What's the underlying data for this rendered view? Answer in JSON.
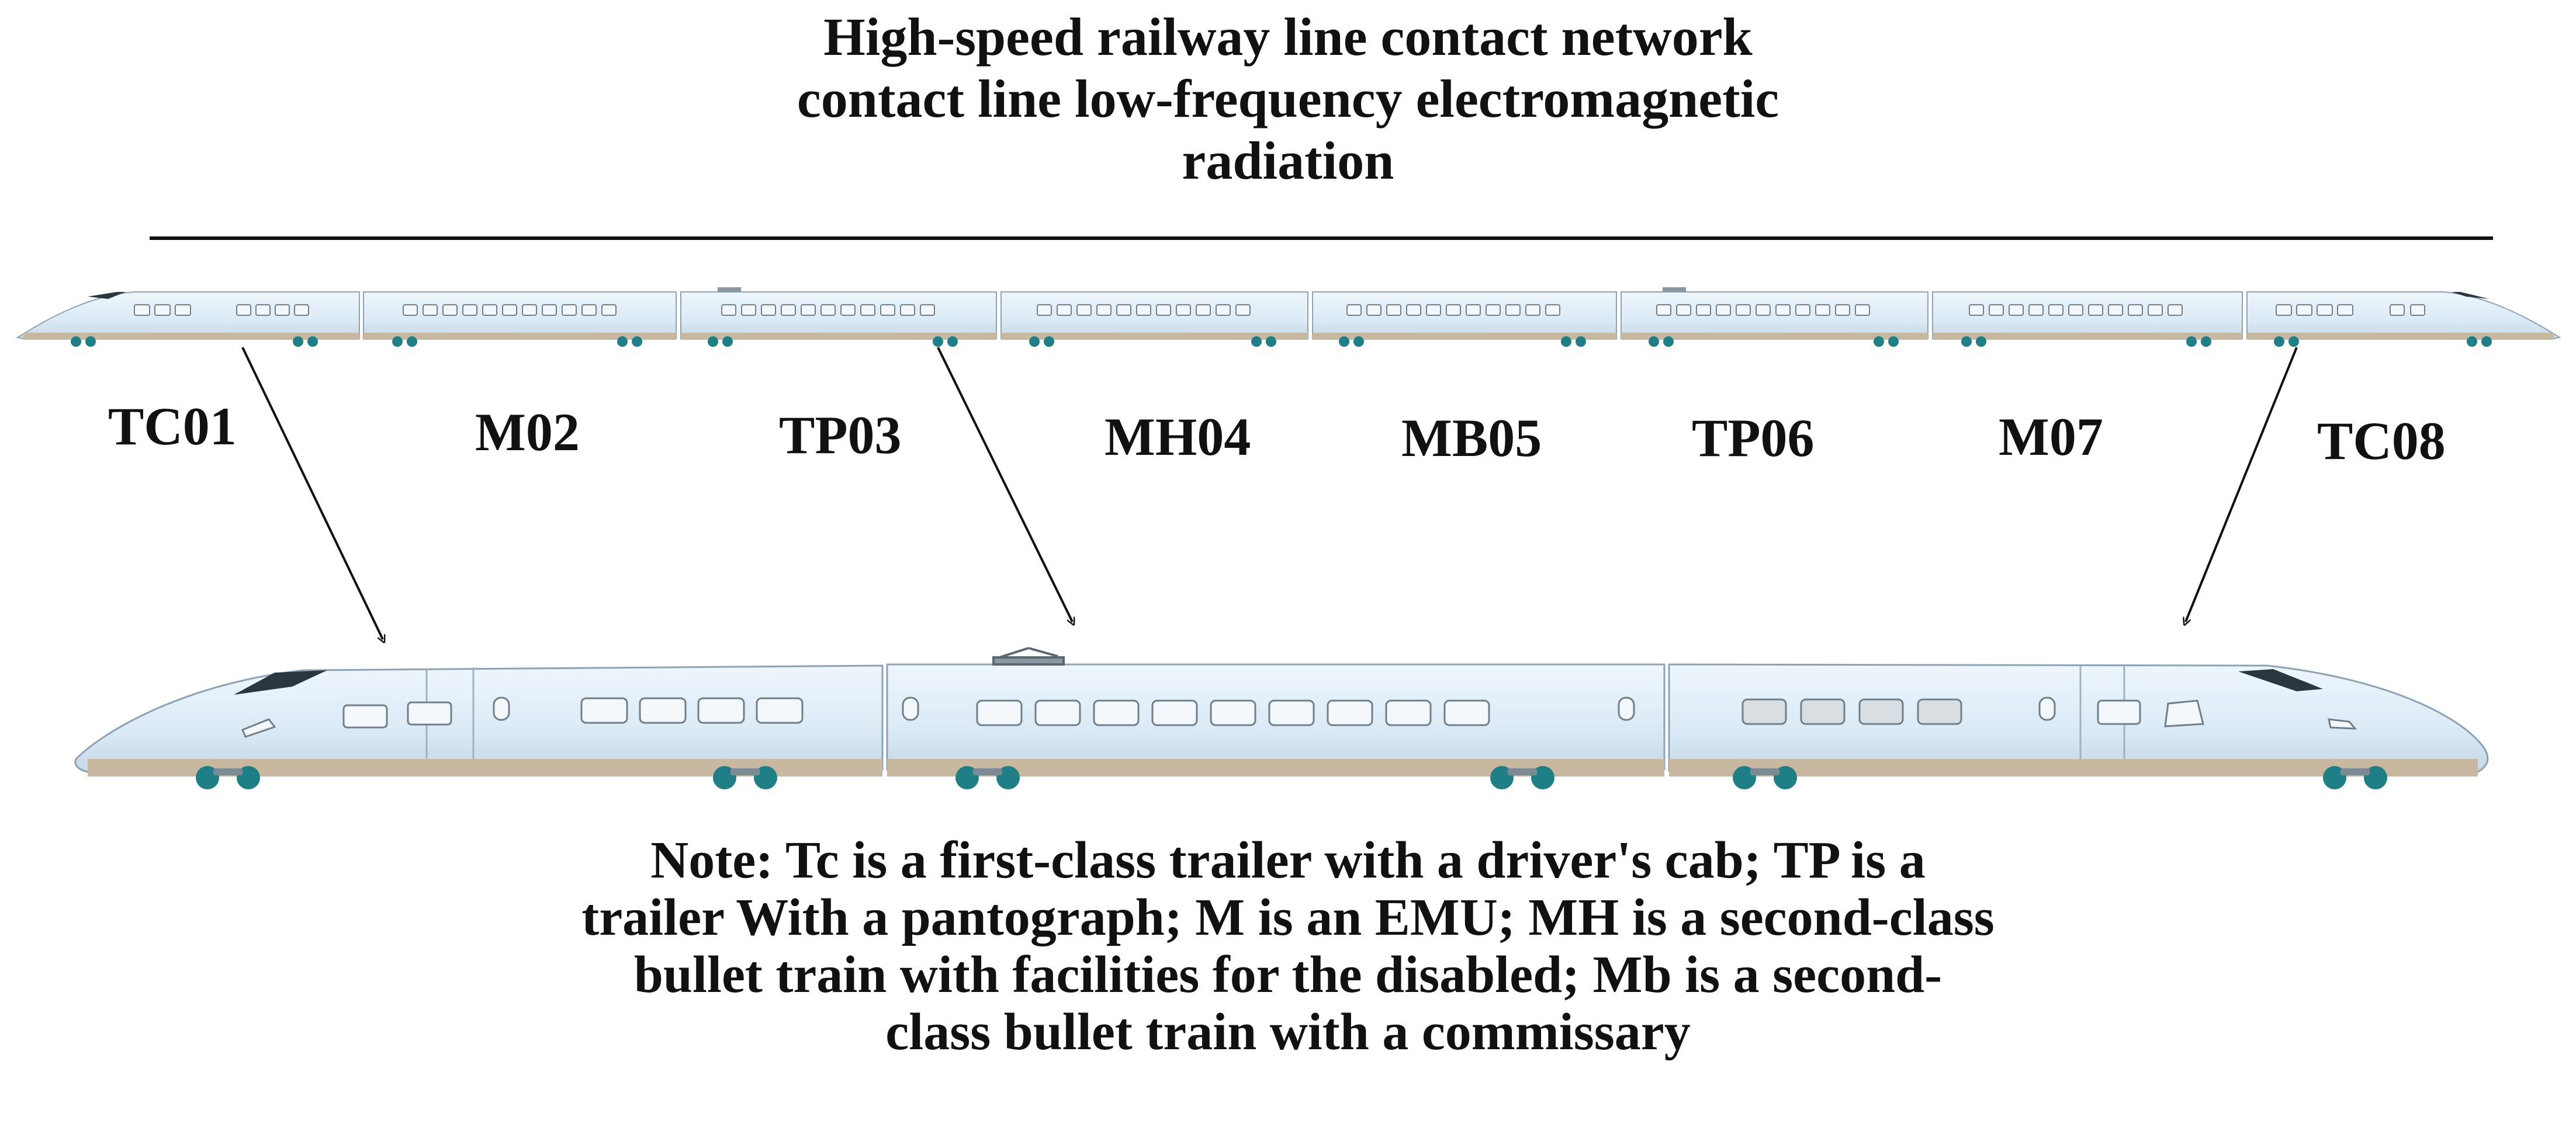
{
  "title": {
    "line1": "High-speed railway line contact network",
    "line2": "contact line low-frequency electromagnetic",
    "line3": "radiation"
  },
  "cars": [
    {
      "id": "TC01"
    },
    {
      "id": "M02"
    },
    {
      "id": "TP03"
    },
    {
      "id": "MH04"
    },
    {
      "id": "MB05"
    },
    {
      "id": "TP06"
    },
    {
      "id": "M07"
    },
    {
      "id": "TC08"
    }
  ],
  "note": {
    "line1": "Note: Tc is a first-class trailer with a driver's cab; TP is a",
    "line2": "trailer With a pantograph; M is an EMU; MH is a second-class",
    "line3": "bullet train with facilities for the disabled; Mb is a second-",
    "line4": "class bullet train with a commissary"
  },
  "colors": {
    "body": "#dbeaf6",
    "body_highlight": "#eef6fc",
    "skirt": "#c9b8a0",
    "window": "#f4f8fb",
    "window_border": "#6f7f8c",
    "bogie": "#1f7f86",
    "cab_glass": "#2a3640",
    "line": "#111111"
  }
}
